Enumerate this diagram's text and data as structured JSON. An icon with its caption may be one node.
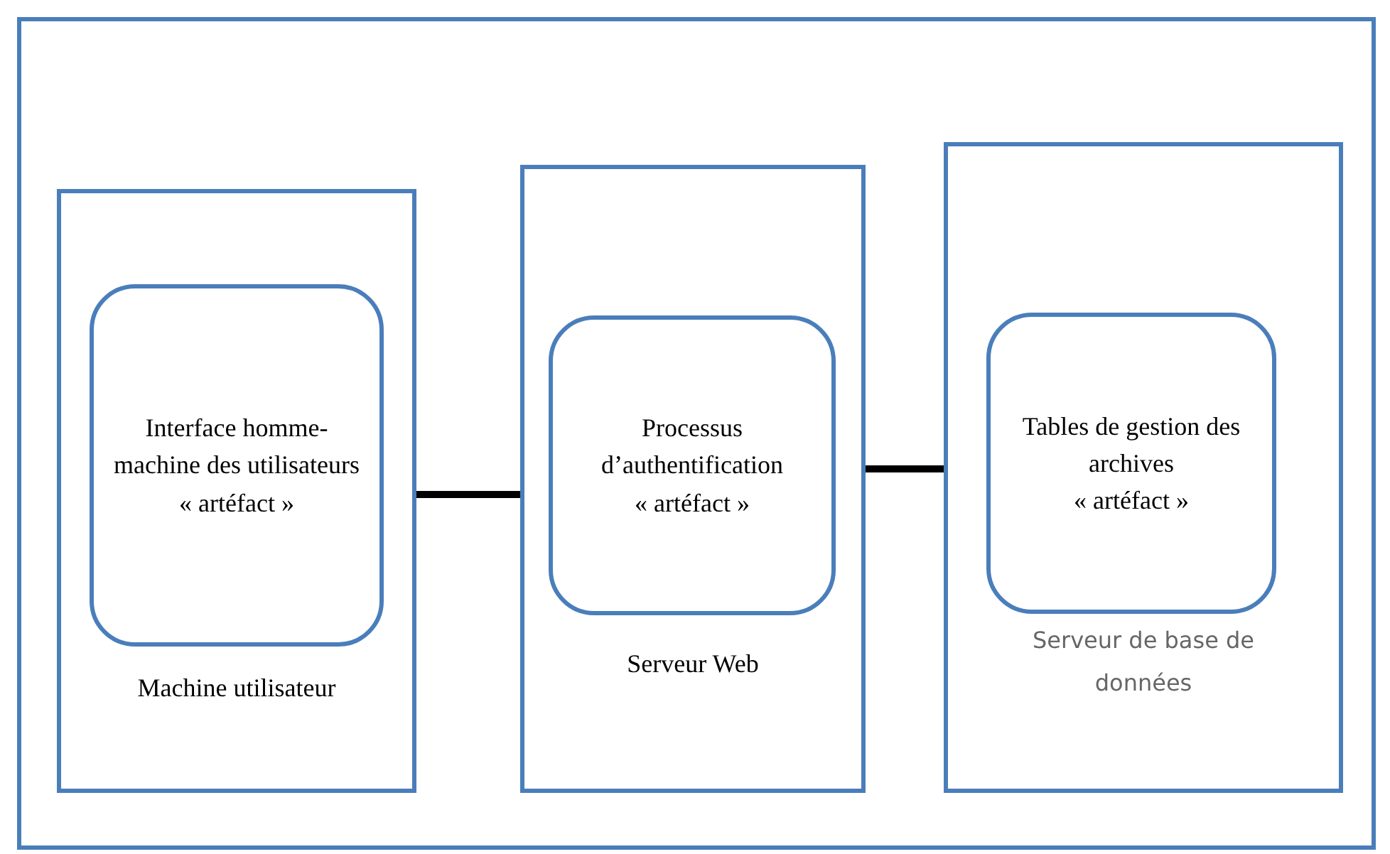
{
  "diagram": {
    "nodes": [
      {
        "text": [],
        "shape": "box"
      },
      {
        "text": [
          "Machine utilisateur"
        ],
        "in": 0
      },
      {
        "text": [
          "Interface homme-machine des utilisateurs",
          "« artéfact »"
        ],
        "in": 1
      },
      {
        "text": [
          "Serveur Web"
        ],
        "in": 0
      },
      {
        "text": [
          "Processus d’authentification",
          "« artéfact »"
        ],
        "in": 3
      },
      {
        "text": [
          "Serveur de base de données"
        ],
        "in": 0
      },
      {
        "text": [
          "Tables de gestion des archives",
          "« artéfact »"
        ],
        "in": 5
      }
    ],
    "edges": [
      {
        "from": 1,
        "to": 3,
        "arrow": "none"
      },
      {
        "from": 3,
        "to": 5,
        "arrow": "none"
      }
    ]
  }
}
